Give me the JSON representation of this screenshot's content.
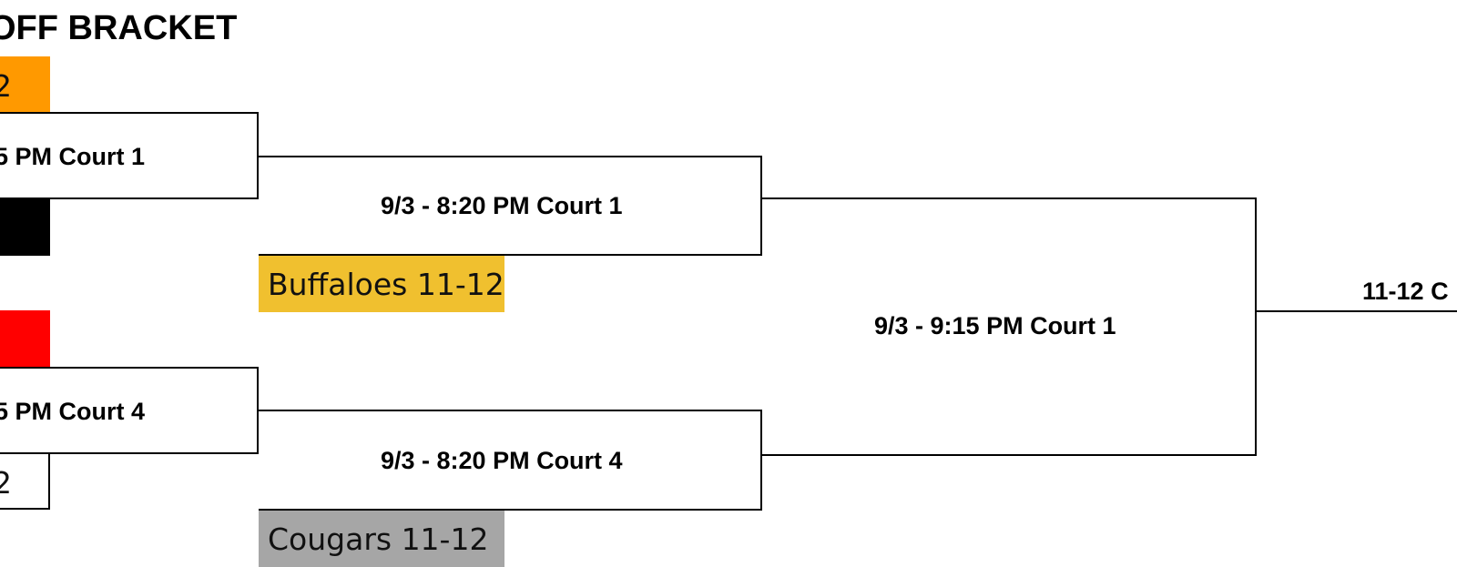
{
  "title": "OFF BRACKET",
  "colors": {
    "orange": "#ff9900",
    "black": "#000000",
    "red": "#ff0000",
    "gold": "#f0c02f",
    "gray": "#a6a6a6"
  },
  "left_games": {
    "top_game_label": "5 PM Court 1",
    "bottom_game_label": "5 PM Court 4"
  },
  "left_seeds": {
    "top_orange_text": "2",
    "bottom_white_text": "2"
  },
  "round2": {
    "top_game_label": "9/3 - 8:20 PM Court 1",
    "bottom_game_label": "9/3 - 8:20 PM Court 4",
    "top_team": "Buffaloes 11-12",
    "bottom_team": "Cougars 11-12"
  },
  "semifinal": {
    "game_label": "9/3 - 9:15 PM Court 1"
  },
  "final": {
    "label": "11-12 C"
  }
}
